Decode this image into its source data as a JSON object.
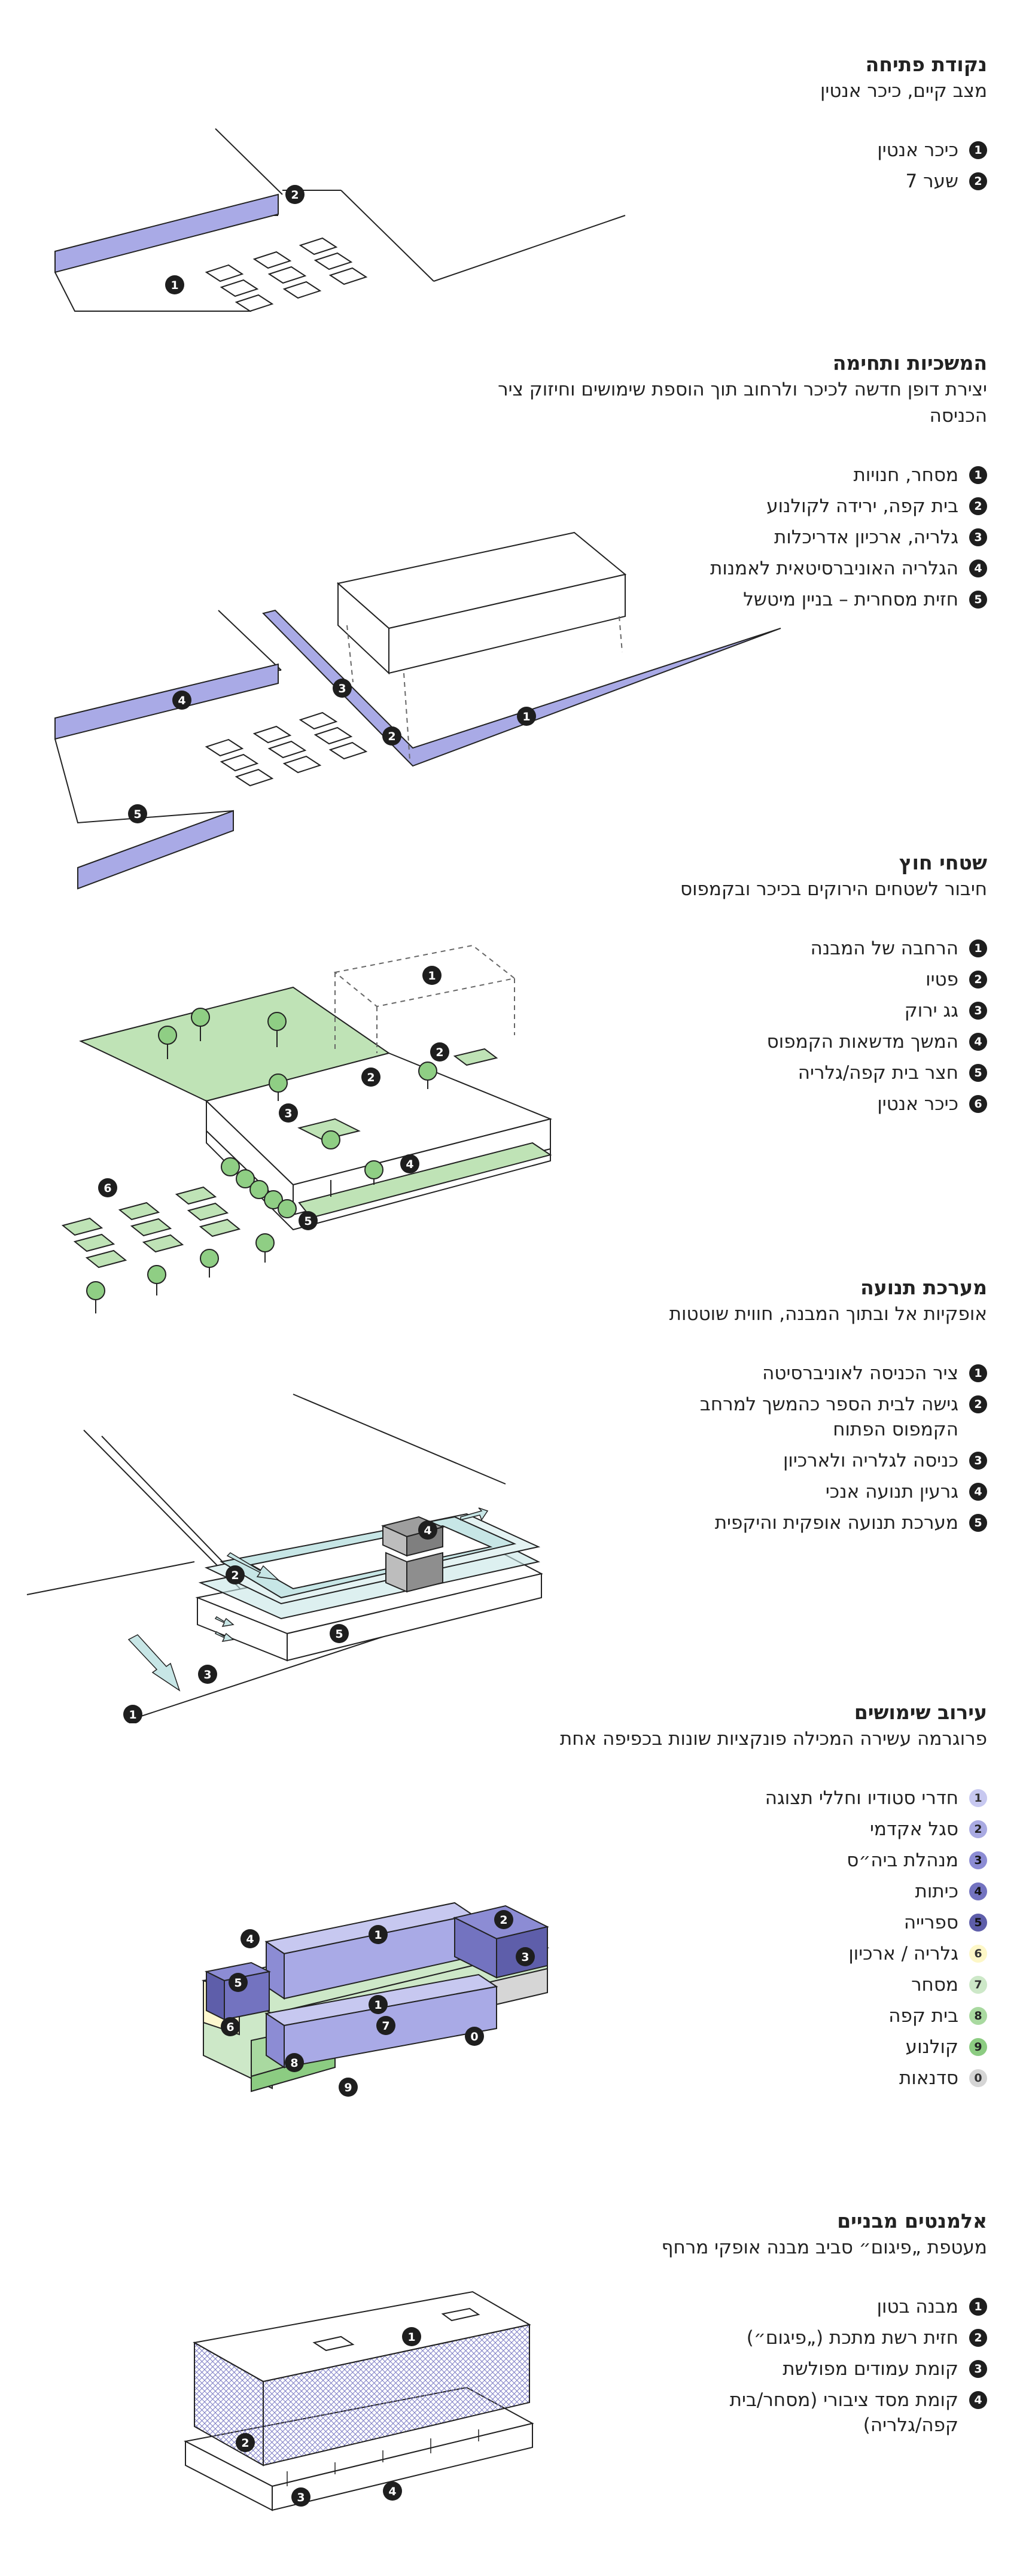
{
  "sections": [
    {
      "title": "נקודת פתיחה",
      "subtitle": "מצב קיים, כיכר אנטין",
      "items": [
        {
          "num": "1",
          "label": "כיכר אנטין"
        },
        {
          "num": "2",
          "label": "שער 7"
        }
      ]
    },
    {
      "title": "המשכיות ותחימה",
      "subtitle": "יצירת דופן חדשה לכיכר ולרחוב תוך הוספת שימושים וחיזוק ציר הכניסה",
      "items": [
        {
          "num": "1",
          "label": "מסחר, חנויות"
        },
        {
          "num": "2",
          "label": "בית קפה, ירידה לקולנוע"
        },
        {
          "num": "3",
          "label": "גלריה, ארכיון אדריכלות"
        },
        {
          "num": "4",
          "label": "הגלריה האוניברסיטאית לאמנות"
        },
        {
          "num": "5",
          "label": "חזית מסחרית – בניין מיטשל"
        }
      ]
    },
    {
      "title": "שטחי חוץ",
      "subtitle": "חיבור לשטחים הירוקים בכיכר ובקמפוס",
      "items": [
        {
          "num": "1",
          "label": "הרחבה של המבנה"
        },
        {
          "num": "2",
          "label": "פטיו"
        },
        {
          "num": "3",
          "label": "גג ירוק"
        },
        {
          "num": "4",
          "label": "המשך מדשאות הקמפוס"
        },
        {
          "num": "5",
          "label": "חצר בית קפה/גלריה"
        },
        {
          "num": "6",
          "label": "כיכר אנטין"
        }
      ]
    },
    {
      "title": "מערכת תנועה",
      "subtitle": "אופקיות אל ובתוך המבנה, חווית שוטטות",
      "items": [
        {
          "num": "1",
          "label": "ציר הכניסה לאוניברסיטה"
        },
        {
          "num": "2",
          "label": "גישה לבית הספר כהמשך למרחב הקמפוס הפתוח"
        },
        {
          "num": "3",
          "label": "כניסה לגלריה ולארכיון"
        },
        {
          "num": "4",
          "label": "גרעין תנועה אנכי"
        },
        {
          "num": "5",
          "label": "מערכת תנועה אופקית והיקפית"
        }
      ]
    },
    {
      "title": "עירוב שימושים",
      "subtitle": "פרוגרמה עשירה המכילה פונקציות שונות בכפיפה אחת",
      "items": [
        {
          "num": "1",
          "label": "חדרי סטודיו וחללי תצוגה"
        },
        {
          "num": "2",
          "label": "סגל אקדמי"
        },
        {
          "num": "3",
          "label": "מנהלת ביה״ס"
        },
        {
          "num": "4",
          "label": "כיתות"
        },
        {
          "num": "5",
          "label": "ספרייה"
        },
        {
          "num": "6",
          "label": "גלריה / ארכיון"
        },
        {
          "num": "7",
          "label": "מסחר"
        },
        {
          "num": "8",
          "label": "בית קפה"
        },
        {
          "num": "9",
          "label": "קולנוע"
        },
        {
          "num": "0",
          "label": "סדנאות"
        }
      ]
    },
    {
      "title": "אלמנטים מבניים",
      "subtitle": "מעטפת „פיגום״ סביב מבנה אופקי מרחף",
      "items": [
        {
          "num": "1",
          "label": "מבנה בטון"
        },
        {
          "num": "2",
          "label": "חזית רשת מתכת („פיגום״)"
        },
        {
          "num": "3",
          "label": "קומת עמודים מפולשת"
        },
        {
          "num": "4",
          "label": "קומת מסד ציבורי (מסחר/בית קפה/גלריה)"
        }
      ]
    }
  ],
  "colors": {
    "purple": "#a9aae6",
    "green": "#bfe3b6",
    "tree": "#8fce84",
    "arrow": "#c7e6e6",
    "dark_purple": "#6b6bb6",
    "yellow": "#fdf8cf",
    "grey": "#d6d6d6",
    "marker": "#1e1e1e"
  }
}
